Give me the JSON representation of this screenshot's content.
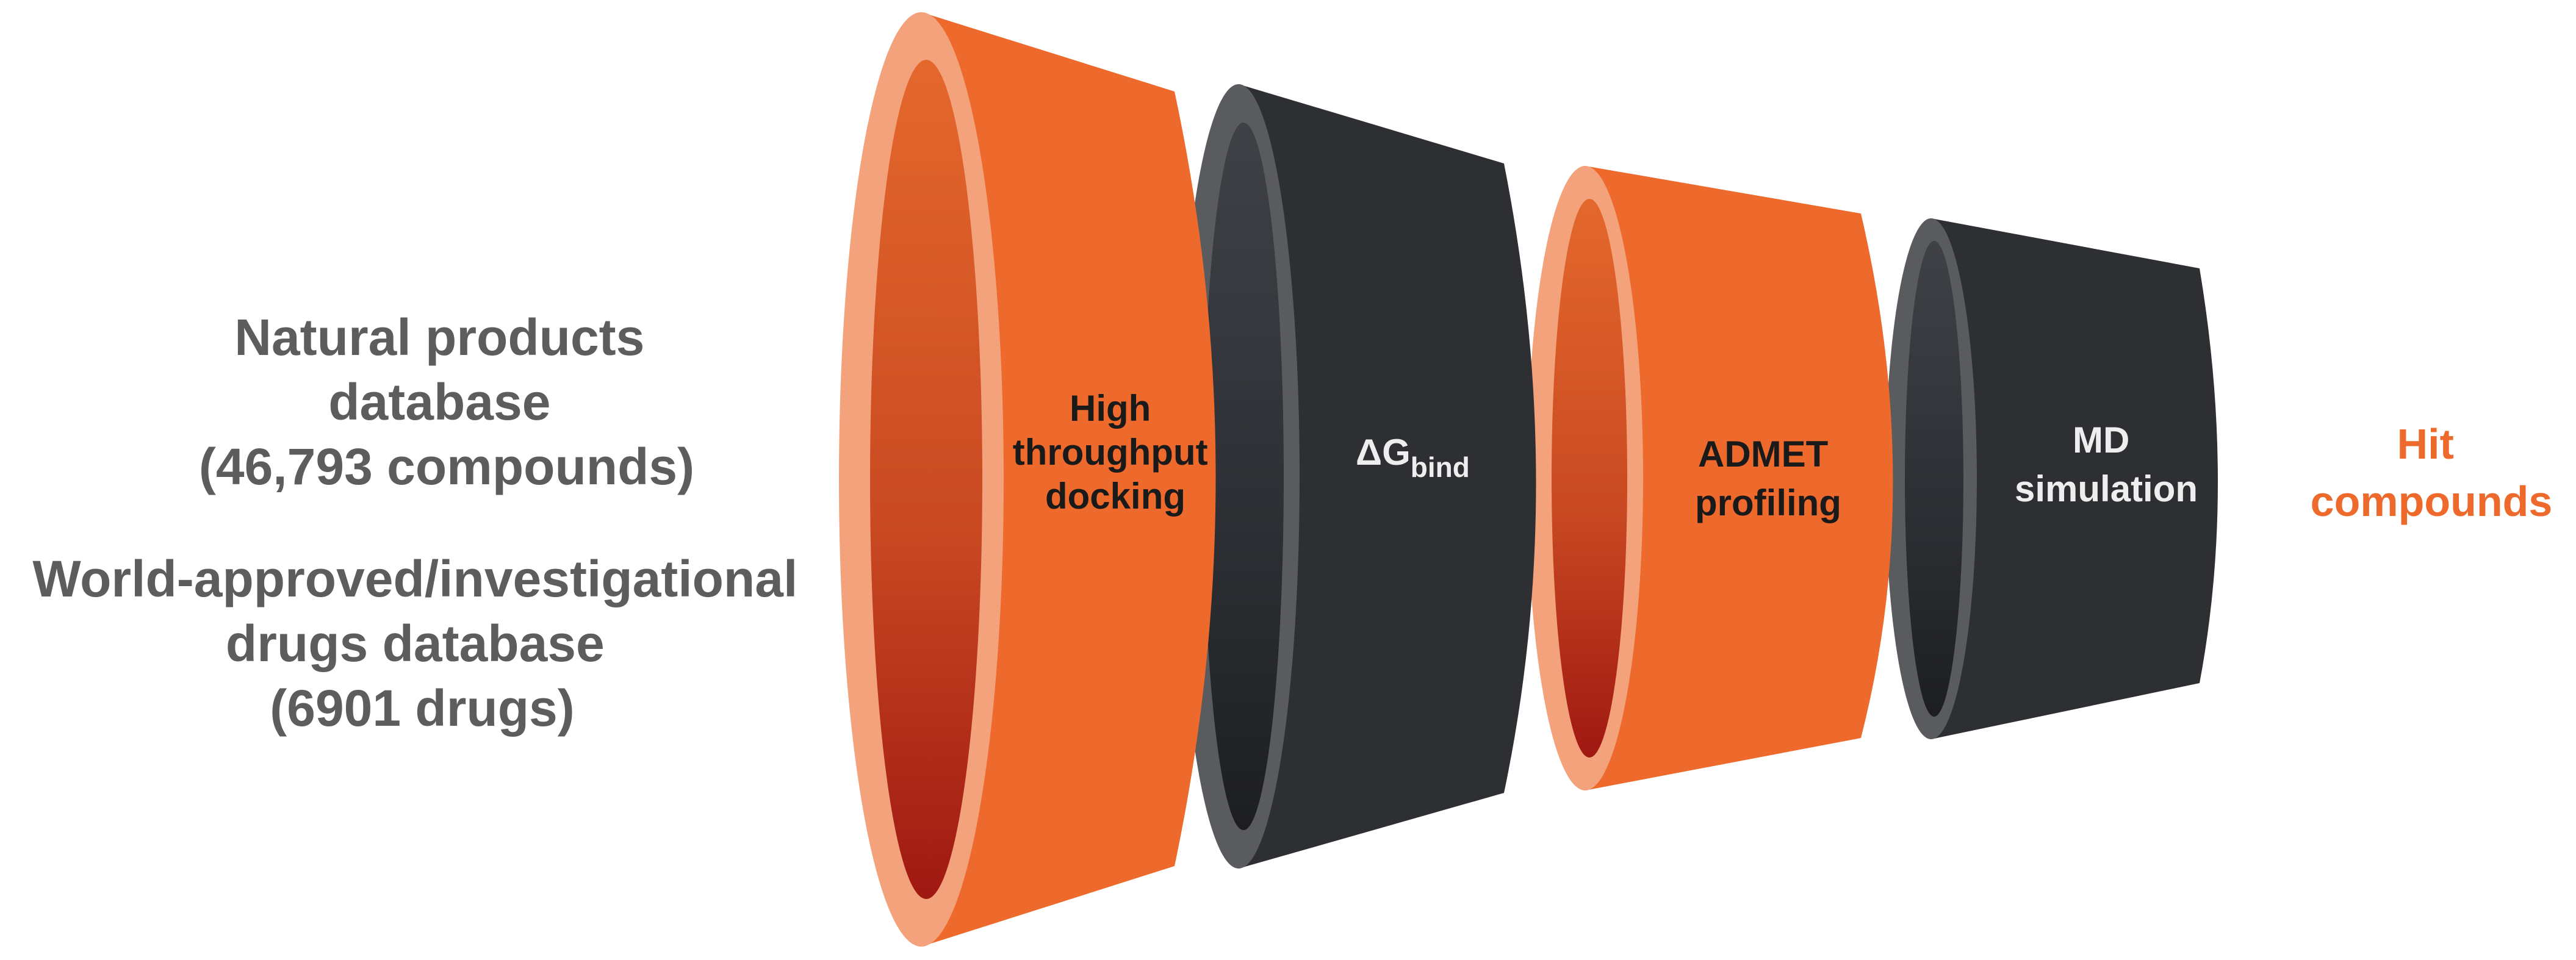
{
  "sources": [
    {
      "lines": [
        "Natural products",
        "database",
        "(46,793 compounds)"
      ]
    },
    {
      "lines": [
        "World-approved/investigational",
        "drugs database",
        "(6901 drugs)"
      ]
    }
  ],
  "stages": [
    {
      "lines": [
        "High",
        "throughput",
        "docking"
      ]
    },
    {
      "symbol": "ΔG",
      "subscript": "bind"
    },
    {
      "lines": [
        "ADMET",
        "profiling"
      ]
    },
    {
      "lines": [
        "MD",
        "simulation"
      ]
    }
  ],
  "output": {
    "lines": [
      "Hit",
      "compounds"
    ]
  },
  "colors": {
    "orange": "#ee6a2c",
    "orange_rim": "#f3a27c",
    "dark": "#2d2f33",
    "dark_rim": "#5a5b5e",
    "source_text": "#5d5d5d",
    "output_text": "#ee6a2c"
  }
}
